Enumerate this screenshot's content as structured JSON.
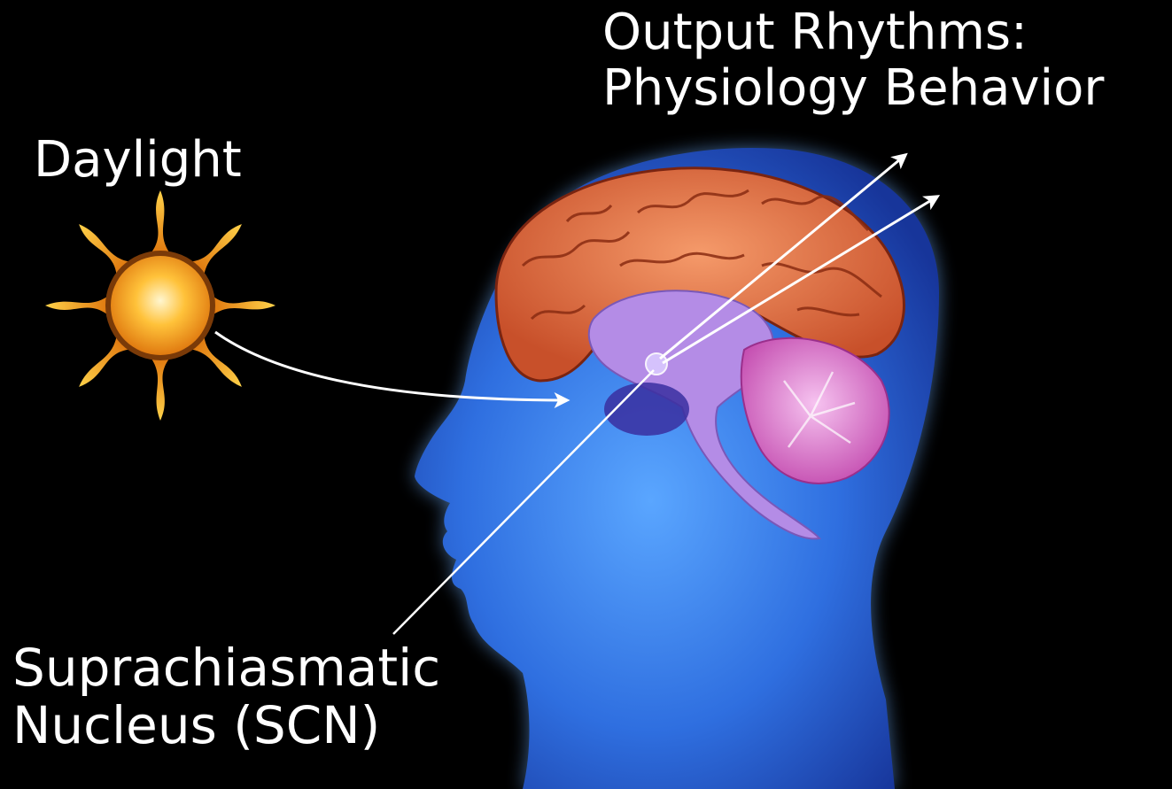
{
  "labels": {
    "daylight": "Daylight",
    "output_line1": "Output Rhythms:",
    "output_line2": "Physiology Behavior",
    "scn_line1": "Suprachiasmatic",
    "scn_line2": "Nucleus (SCN)"
  },
  "colors": {
    "background": "#000000",
    "head": "#2f6fe0",
    "cortex": "#e0693a",
    "deep_brain": "#b48ce6",
    "cerebellum": "#d86fc8",
    "sun_core": "#ffb020",
    "arrow": "#ffffff"
  },
  "icons": {
    "sun": "sun-icon",
    "head": "head-silhouette",
    "brain": "brain"
  }
}
